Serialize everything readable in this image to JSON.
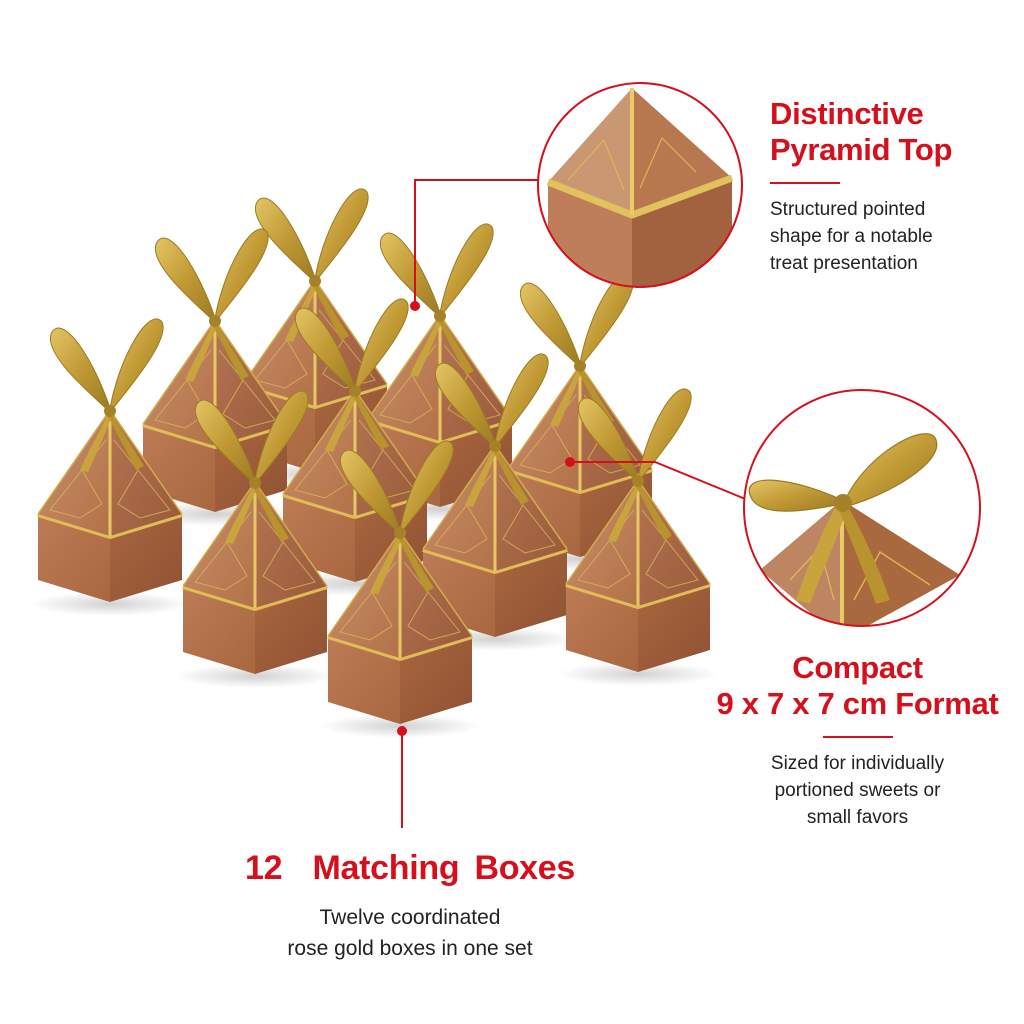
{
  "callouts": {
    "pyramid_top": {
      "title_line1": "Distinctive",
      "title_line2": "Pyramid Top",
      "desc_line1": "Structured pointed",
      "desc_line2": "shape for a notable",
      "desc_line3": "treat presentation"
    },
    "format": {
      "title_line1": "Compact",
      "title_line2": "9 x 7 x 7 cm Format",
      "desc_line1": "Sized for individually",
      "desc_line2": "portioned sweets or",
      "desc_line3": "small favors"
    },
    "boxes": {
      "title": "12  Matching Boxes",
      "desc_line1": "Twelve coordinated",
      "desc_line2": "rose gold boxes in one set"
    }
  },
  "colors": {
    "accent": "#d5101c",
    "box_face_light": "#b87550",
    "box_face_dark": "#9c5d3e",
    "gold_trim": "#d9b34a",
    "ribbon": "#c9a43c"
  }
}
